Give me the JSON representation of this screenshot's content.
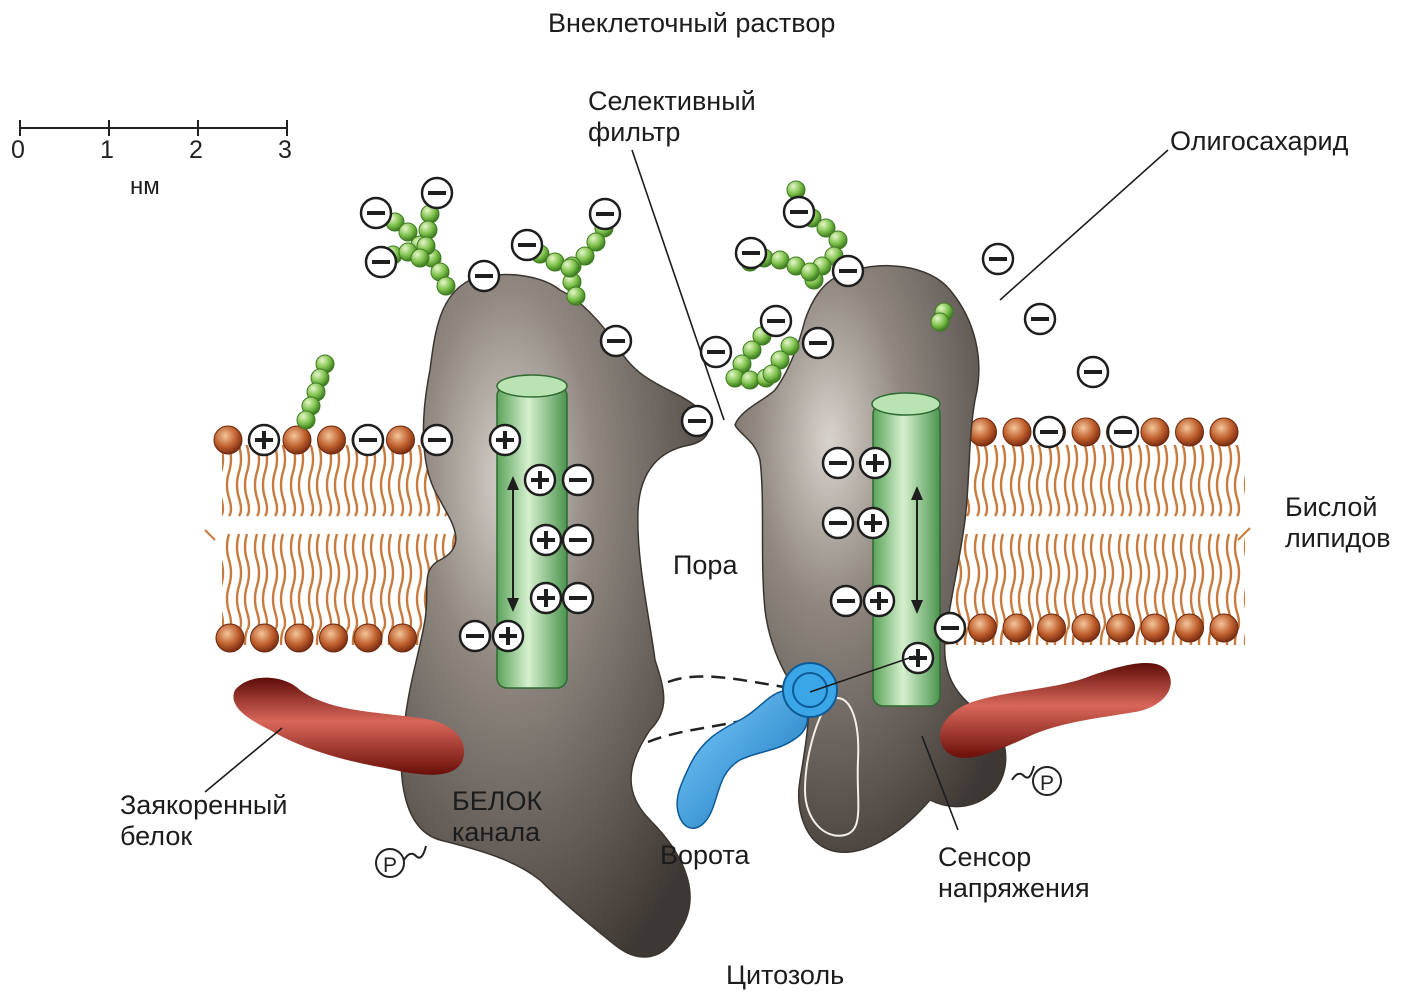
{
  "labels": {
    "extracellular": "Внеклеточный раствор",
    "selective_filter": [
      "Селективный",
      "фильтр"
    ],
    "oligosaccharide": "Олигосахарид",
    "lipid_bilayer": [
      "Бислой",
      "липидов"
    ],
    "pore": "Пора",
    "anchored_protein": [
      "Заякоренный",
      "белок"
    ],
    "channel_protein": [
      "БЕЛОК",
      "канала"
    ],
    "gate": "Ворота",
    "voltage_sensor": [
      "Сенсор",
      "напряжения"
    ],
    "cytosol": "Цитозоль"
  },
  "scale_bar": {
    "ticks": [
      "0",
      "1",
      "2",
      "3"
    ],
    "unit": "нм"
  },
  "symbols": {
    "phosphate": "P",
    "plus": "+",
    "minus": "−"
  },
  "colors": {
    "protein": "#6b625c",
    "lipid_head": "#b5512a",
    "lipid_tail": "#c97a3e",
    "helix": "#7fc27a",
    "oligosaccharide": "#7cc04a",
    "anchor": "#8c1a12",
    "gate": "#1e8fd6"
  }
}
